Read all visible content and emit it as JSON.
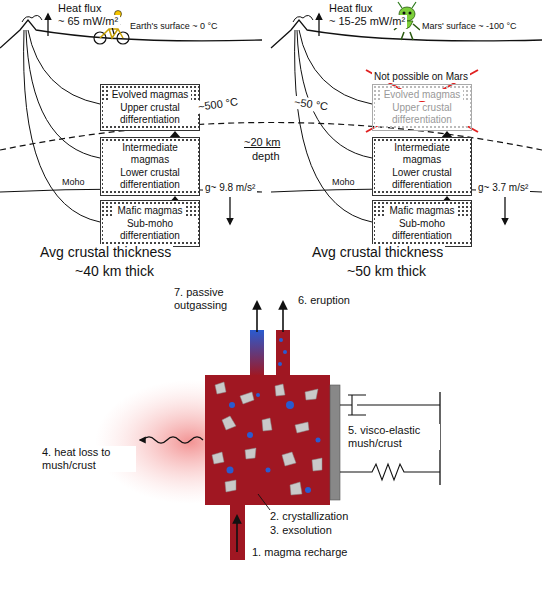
{
  "diagram": {
    "nodes": [
      {
        "text": [
          "Evolved magmas",
          "Upper crustal differentiation"
        ]
      },
      {
        "text": [
          "Intermediate magmas",
          "Lower crustal differentiation"
        ]
      },
      {
        "text": [
          "Mafic magmas",
          "Sub-moho differentiation"
        ]
      },
      {
        "text": [
          "Evolved magmas",
          "Upper crustal differentiation"
        ]
      },
      {
        "text": [
          "Intermediate magmas",
          "Lower crustal differentiation"
        ]
      },
      {
        "text": [
          "Mafic magmas",
          "Sub-moho differentiation"
        ]
      }
    ],
    "edges": [
      {
        "from": 2,
        "to": 1,
        "arrow": "to"
      },
      {
        "from": 1,
        "to": 0,
        "arrow": "to"
      },
      {
        "from": 5,
        "to": 4,
        "arrow": "to"
      },
      {
        "from": 4,
        "to": 3,
        "arrow": "to"
      }
    ],
    "labels": [
      "Heat flux",
      "~ 65 mW/m²",
      "Earth's surface ~ 0 °C",
      "Heat flux",
      "~ 15-25 mW/m²",
      "Mars' surface ~ -100 °C",
      "Not possible on Mars",
      "~500 °C",
      "~20 km",
      "depth",
      "~50 °C",
      "Moho",
      "Moho",
      "g~ 9.8 m/s²",
      "g~ 3.7 m/s²",
      "Avg crustal thickness",
      "~40 km thick",
      "Avg crustal thickness",
      "~50 km thick",
      "7. passive outgassing",
      "6. eruption",
      "4. heat loss to mush/crust",
      "5. visco-elastic mush/crust",
      "2. crystallization",
      "3. exsolution",
      "1. magma recharge"
    ]
  }
}
